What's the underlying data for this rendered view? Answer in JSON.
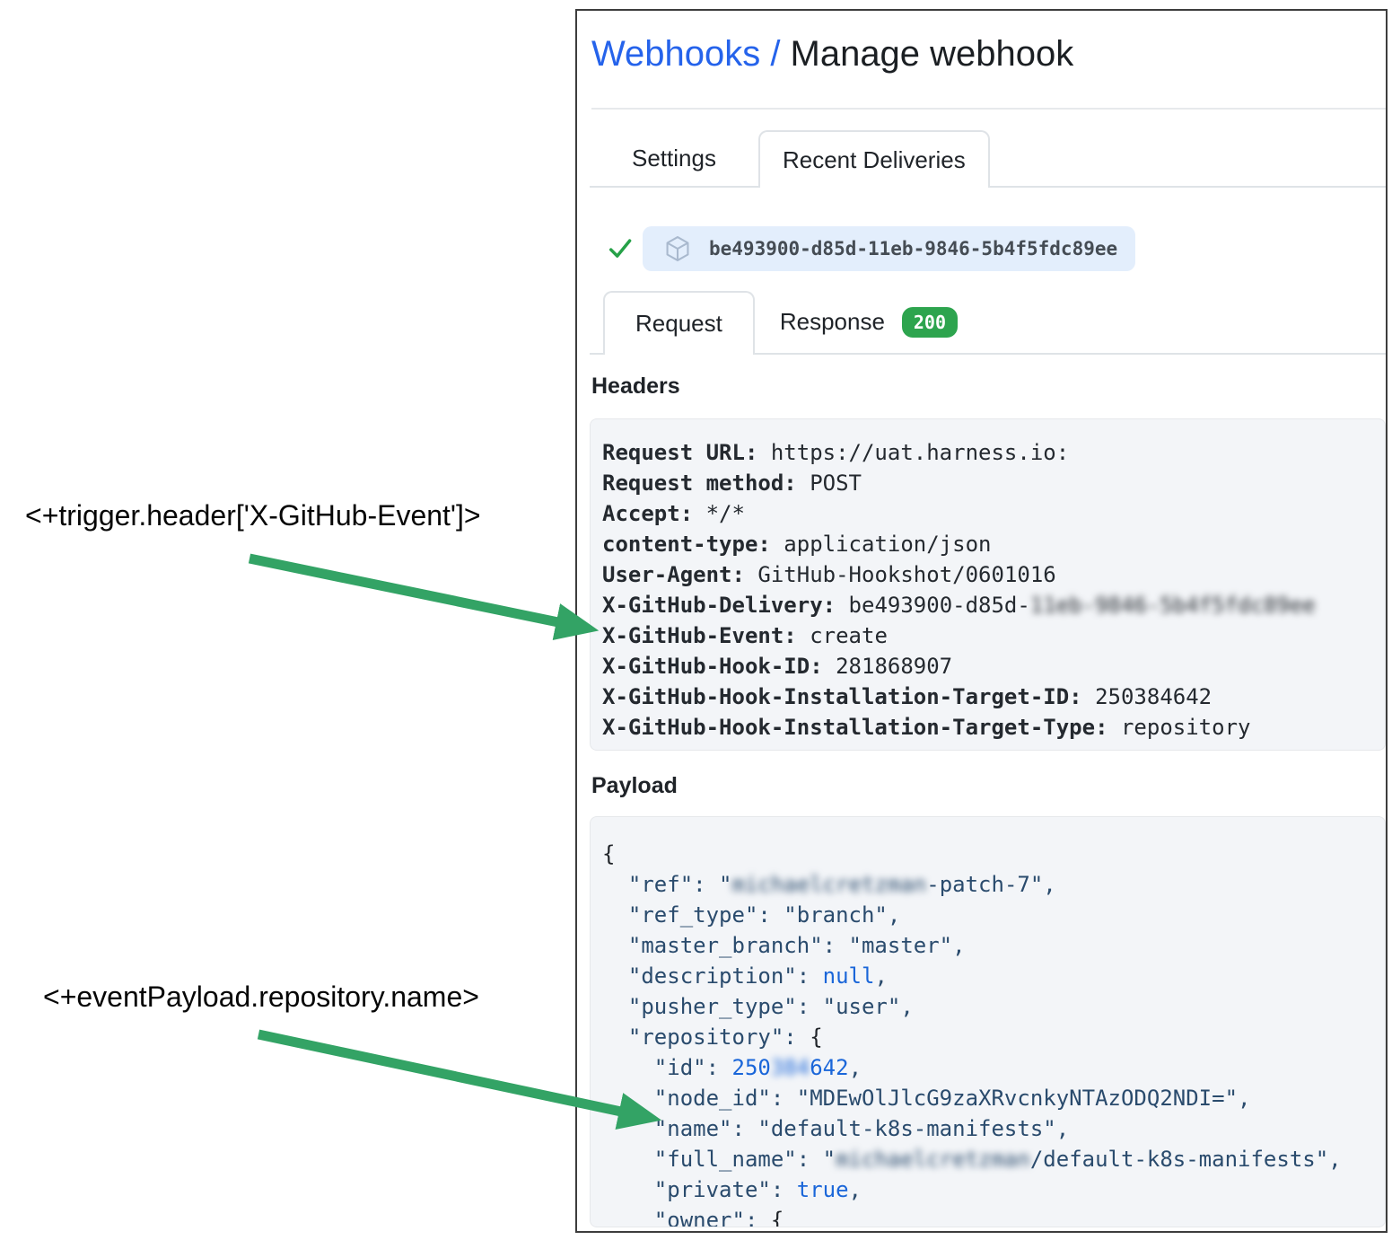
{
  "annotations": [
    {
      "text": "<+trigger.header['X-GitHub-Event']>"
    },
    {
      "text": "<+eventPayload.repository.name>"
    }
  ],
  "header": {
    "breadcrumb_link": "Webhooks /",
    "breadcrumb_current": "Manage webhook"
  },
  "tabs": [
    {
      "label": "Settings",
      "active": false
    },
    {
      "label": "Recent Deliveries",
      "active": true
    }
  ],
  "delivery": {
    "status": "success",
    "status_icon": "check-icon",
    "delivery_icon": "package-icon",
    "id": "be493900-d85d-11eb-9846-5b4f5fdc89ee"
  },
  "subtabs": [
    {
      "label": "Request",
      "active": true
    },
    {
      "label": "Response",
      "badge": "200"
    }
  ],
  "request": {
    "headers_title": "Headers",
    "payload_title": "Payload",
    "header_lines": [
      [
        {
          "t": "k",
          "s": "Request URL:"
        },
        {
          "t": "v",
          "s": " https://uat.harness.io:"
        }
      ],
      [
        {
          "t": "k",
          "s": "Request method:"
        },
        {
          "t": "v",
          "s": " POST"
        }
      ],
      [
        {
          "t": "k",
          "s": "Accept:"
        },
        {
          "t": "v",
          "s": " */*"
        }
      ],
      [
        {
          "t": "k",
          "s": "content-type:"
        },
        {
          "t": "v",
          "s": " application/json"
        }
      ],
      [
        {
          "t": "k",
          "s": "User-Agent:"
        },
        {
          "t": "v",
          "s": " GitHub-Hookshot/0601016"
        }
      ],
      [
        {
          "t": "k",
          "s": "X-GitHub-Delivery:"
        },
        {
          "t": "v",
          "s": " be493900-d85d-"
        },
        {
          "t": "v",
          "s": "11eb-9846-5b4f5fdc89ee",
          "blur": true
        }
      ],
      [
        {
          "t": "k",
          "s": "X-GitHub-Event:"
        },
        {
          "t": "v",
          "s": " create"
        }
      ],
      [
        {
          "t": "k",
          "s": "X-GitHub-Hook-ID:"
        },
        {
          "t": "v",
          "s": " 281868907"
        }
      ],
      [
        {
          "t": "k",
          "s": "X-GitHub-Hook-Installation-Target-ID:"
        },
        {
          "t": "v",
          "s": " 250384642"
        }
      ],
      [
        {
          "t": "k",
          "s": "X-GitHub-Hook-Installation-Target-Type:"
        },
        {
          "t": "v",
          "s": " repository"
        }
      ]
    ],
    "payload_lines": [
      [
        {
          "t": "p",
          "s": "{"
        }
      ],
      [
        {
          "t": "s",
          "s": "  \"ref\": \""
        },
        {
          "t": "s",
          "s": "michaelcretzman",
          "blur": true
        },
        {
          "t": "s",
          "s": "-patch-7\","
        }
      ],
      [
        {
          "t": "s",
          "s": "  \"ref_type\": \"branch\","
        }
      ],
      [
        {
          "t": "s",
          "s": "  \"master_branch\": \"master\","
        }
      ],
      [
        {
          "t": "s",
          "s": "  \"description\": "
        },
        {
          "t": "c",
          "s": "null"
        },
        {
          "t": "s",
          "s": ","
        }
      ],
      [
        {
          "t": "s",
          "s": "  \"pusher_type\": \"user\","
        }
      ],
      [
        {
          "t": "s",
          "s": "  \"repository\": "
        },
        {
          "t": "p",
          "s": "{"
        }
      ],
      [
        {
          "t": "s",
          "s": "    \"id\": "
        },
        {
          "t": "c",
          "s": "250"
        },
        {
          "t": "c",
          "s": "384",
          "blur": true
        },
        {
          "t": "c",
          "s": "642"
        },
        {
          "t": "s",
          "s": ","
        }
      ],
      [
        {
          "t": "s",
          "s": "    \"node_id\": \"MDEwOlJlcG9zaXRvcnkyNTAzODQ2NDI=\","
        }
      ],
      [
        {
          "t": "s",
          "s": "    \"name\": \"default-k8s-manifests\","
        }
      ],
      [
        {
          "t": "s",
          "s": "    \"full_name\": \""
        },
        {
          "t": "s",
          "s": "michaelcretzman",
          "blur": true
        },
        {
          "t": "s",
          "s": "/default-k8s-manifests\","
        }
      ],
      [
        {
          "t": "s",
          "s": "    \"private\": "
        },
        {
          "t": "c",
          "s": "true"
        },
        {
          "t": "s",
          "s": ","
        }
      ],
      [
        {
          "t": "s",
          "s": "    \"owner\": "
        },
        {
          "t": "p",
          "s": "{"
        }
      ]
    ]
  },
  "colors": {
    "link_blue": "#2563eb",
    "badge_green": "#2da44e",
    "check_green": "#26a148",
    "arrow_green": "#33a365",
    "pill_bg": "#e3eefc",
    "code_box_bg": "#f3f5f8",
    "code_key_navy": "#2a4b6d",
    "code_constant_blue": "#1a66d9"
  }
}
